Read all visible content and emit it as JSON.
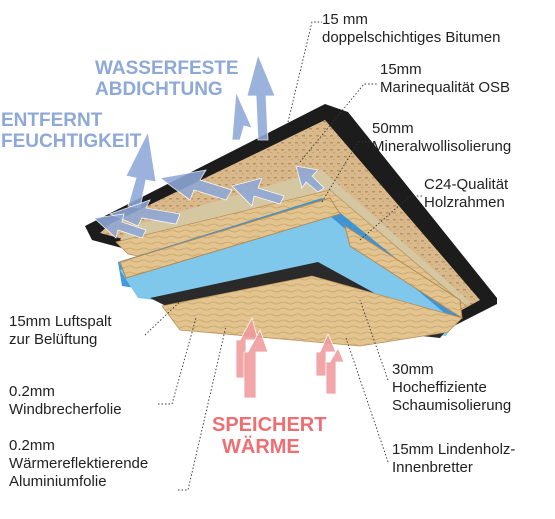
{
  "colors": {
    "bitumen": "#1c1c1c",
    "osb": "#d9b98c",
    "mineral_wool": "#d6c7a3",
    "timber": "#e3c48f",
    "membrane": "#2f8fd9",
    "foam": "#7fc8ec",
    "foil": "#2a2a2a",
    "lining": "#e6c58c",
    "moisture_arrow": "#8ea8d8",
    "heat_arrow": "#f09a9c",
    "callout_line": "#333333"
  },
  "icons": [
    "moisture-arrow-icon",
    "heat-arrow-icon"
  ],
  "callouts": {
    "bitumen": [
      "15 mm",
      "doppelschichtiges Bitumen"
    ],
    "osb": [
      "15mm",
      "Marinequalität OSB"
    ],
    "wool": [
      "50mm",
      "Mineralwollisolierung"
    ],
    "timber": [
      "C24-Qualität",
      "Holzrahmen"
    ],
    "air_gap": [
      "15mm Luftspalt",
      "zur Belüftung"
    ],
    "wind": [
      "0.2mm",
      "Windbrecherfolie"
    ],
    "foil": [
      "0.2mm",
      "Wärmereflektierende",
      "Aluminiumfolie"
    ],
    "foam": [
      "30mm",
      "Hocheffiziente",
      "Schaumisolierung"
    ],
    "lining": [
      "15mm Lindenholz-",
      "Innenbretter"
    ]
  },
  "headlines": {
    "waterproof": [
      "WASSERFESTE",
      "ABDICHTUNG"
    ],
    "moisture": [
      "ENTFERNT",
      "FEUCHTIGKEIT"
    ],
    "heat": [
      "SPEICHERT",
      "WÄRME"
    ]
  }
}
